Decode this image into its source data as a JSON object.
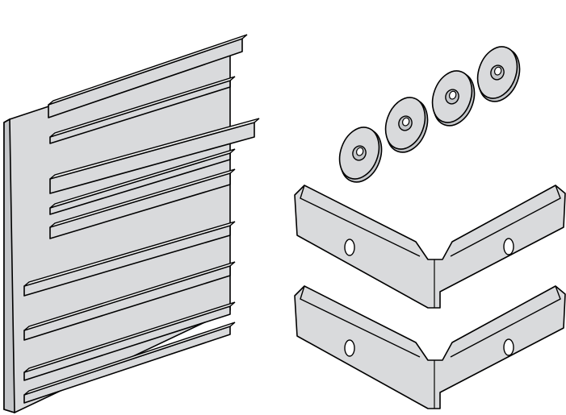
{
  "illustration": {
    "parts": [
      "mounting-plate",
      "washer",
      "angle-bracket"
    ],
    "washer_count": 4,
    "bracket_count": 2,
    "colors": {
      "metal_fill": "#d9dadc",
      "metal_shade": "#c4c6c9",
      "outline": "#000000",
      "background": "#ffffff"
    }
  }
}
